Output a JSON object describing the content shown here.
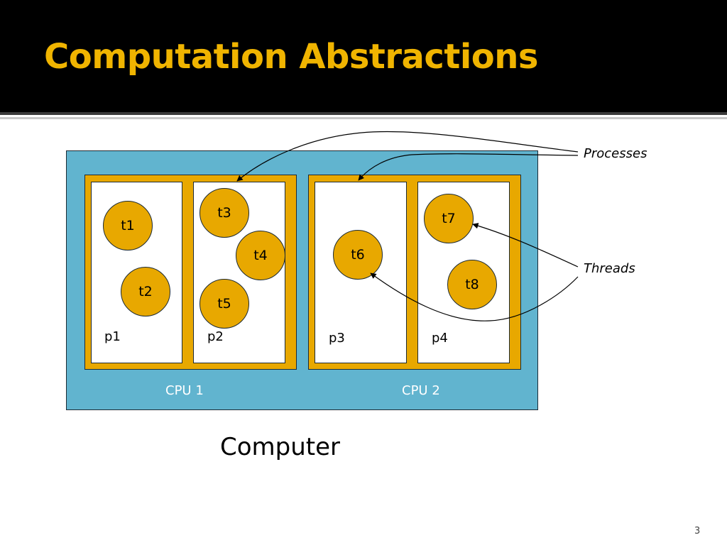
{
  "slide": {
    "title": "Computation Abstractions",
    "page_number": "3",
    "colors": {
      "title_bar": "#000000",
      "title_text": "#f0b400",
      "computer": "#61b4cf",
      "cpu": "#e8a800",
      "process": "#ffffff",
      "thread": "#e8a800"
    }
  },
  "diagram": {
    "computer_label": "Computer",
    "cpus": [
      {
        "label": "CPU 1",
        "processes": [
          {
            "label": "p1",
            "threads": [
              "t1",
              "t2"
            ]
          },
          {
            "label": "p2",
            "threads": [
              "t3",
              "t4",
              "t5"
            ]
          }
        ]
      },
      {
        "label": "CPU 2",
        "processes": [
          {
            "label": "p3",
            "threads": [
              "t6"
            ]
          },
          {
            "label": "p4",
            "threads": [
              "t7",
              "t8"
            ]
          }
        ]
      }
    ],
    "annotations": {
      "processes": "Processes",
      "threads": "Threads"
    }
  }
}
